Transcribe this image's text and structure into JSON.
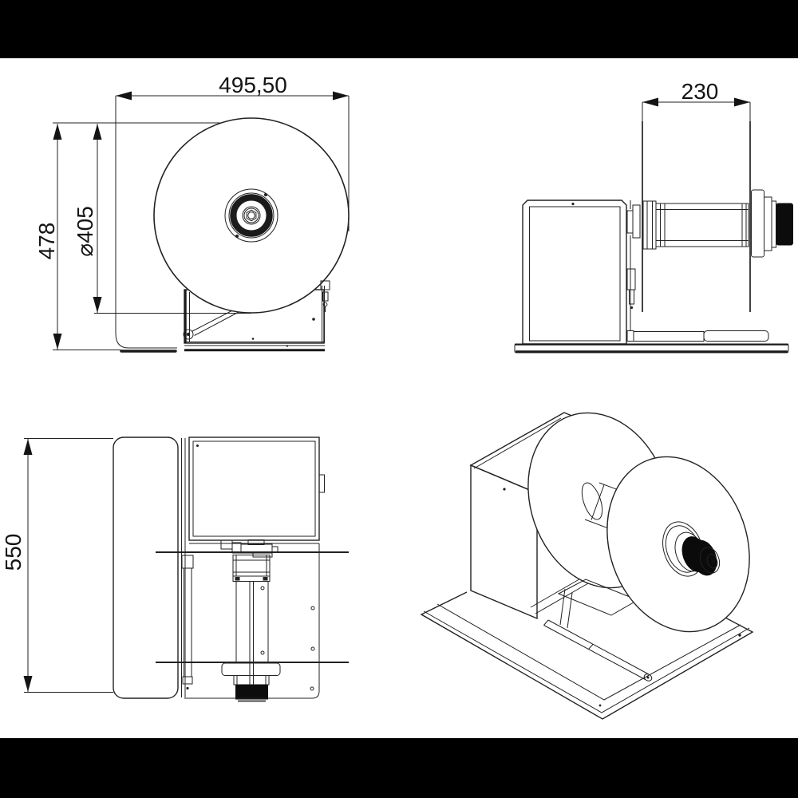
{
  "drawing": {
    "colors": {
      "background": "#ffffff",
      "letterbox": "#000000",
      "line": "#222222",
      "knob_fill": "#0c0c0c"
    },
    "views": {
      "front": {
        "dimensions": {
          "width": "495,50",
          "height": "478",
          "roll_diameter": "⌀405"
        }
      },
      "side": {
        "dimensions": {
          "flange_spacing": "230"
        }
      },
      "top": {
        "dimensions": {
          "depth": "550"
        }
      }
    }
  }
}
